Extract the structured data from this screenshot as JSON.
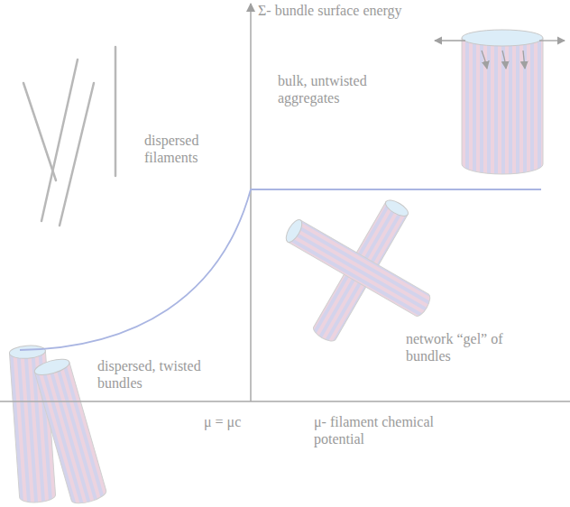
{
  "diagram": {
    "labels": [
      "Σ- bundle surface energy",
      "bulk, untwisted aggregates",
      "dispersed filaments",
      "network “gel” of bundles",
      "dispersed, twisted bundles",
      "μ = μc",
      "μ- filament chemical potential"
    ]
  }
}
